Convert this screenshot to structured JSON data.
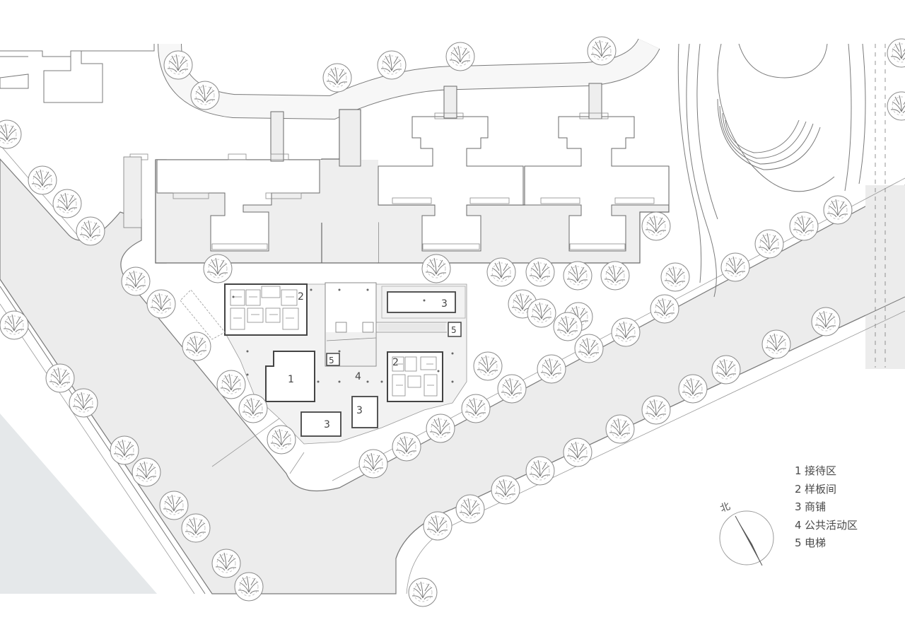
{
  "plan": {
    "zone_labels": {
      "reception": "1",
      "model_room_a": "2",
      "model_room_b": "2",
      "shop_a": "3",
      "shop_b": "3",
      "shop_c": "3",
      "public_area": "4",
      "elevator_a": "5",
      "elevator_b": "5"
    },
    "north_label": "北"
  },
  "legend": {
    "items": [
      {
        "num": "1",
        "label": "接待区"
      },
      {
        "num": "2",
        "label": "样板间"
      },
      {
        "num": "3",
        "label": "商铺"
      },
      {
        "num": "4",
        "label": "公共活动区"
      },
      {
        "num": "5",
        "label": "电梯"
      }
    ]
  },
  "colors": {
    "road_fill": "#ececec",
    "water_fill": "#e5e8ea",
    "building_fill": "#eeeeee",
    "line": "#7a7a7a",
    "compass_needle": "#555555"
  },
  "icons": {
    "tree": "tree-icon",
    "compass": "compass-icon"
  }
}
